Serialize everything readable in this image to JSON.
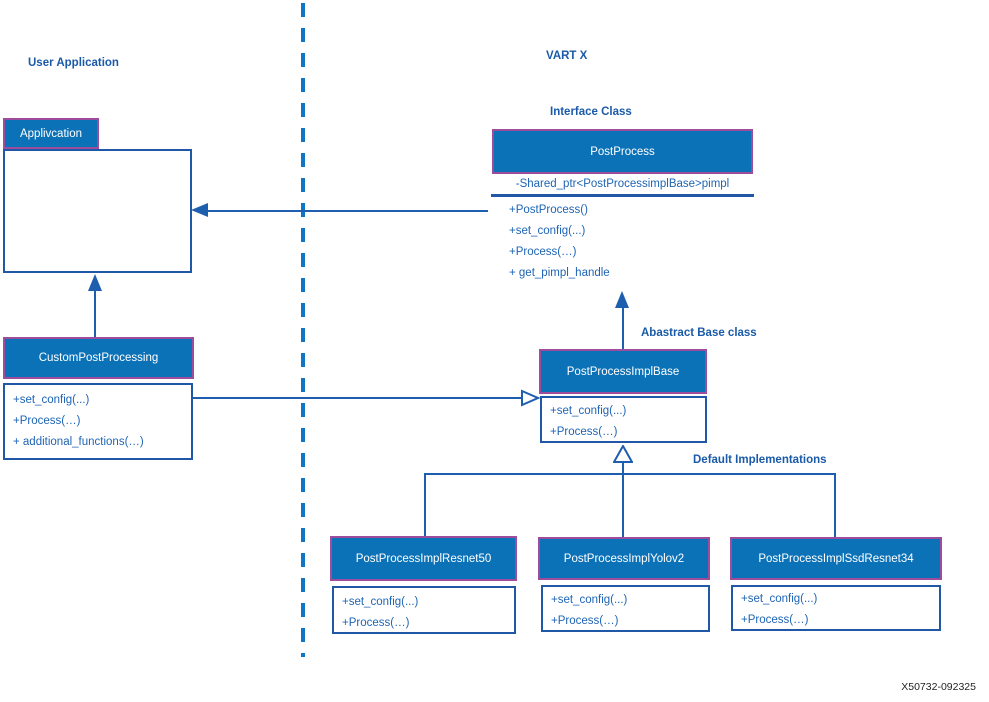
{
  "labels": {
    "user_application": "User Application",
    "vart_x": "VART X",
    "interface_class": "Interface Class",
    "abstract_base_class": "Abastract Base class",
    "default_implementations": "Default Implementations",
    "figure_id": "X50732-092325"
  },
  "application_box": {
    "title": "Applivcation"
  },
  "classes": {
    "custom": {
      "name": "CustomPostProcessing",
      "methods": [
        "+set_config(...)",
        "+Process(…)",
        "+ additional_functions(…)"
      ]
    },
    "interface": {
      "name": "PostProcess",
      "attribute": "-Shared_ptr<PostProcessimplBase>pimpl",
      "methods": [
        "+PostProcess()",
        "+set_config(...)",
        "+Process(…)",
        "+ get_pimpl_handle"
      ]
    },
    "base": {
      "name": "PostProcessImplBase",
      "methods": [
        "+set_config(...)",
        "+Process(…)"
      ]
    },
    "impl_resnet50": {
      "name": "PostProcessImplResnet50",
      "methods": [
        "+set_config(...)",
        "+Process(…)"
      ]
    },
    "impl_yolov2": {
      "name": "PostProcessImplYolov2",
      "methods": [
        "+set_config(...)",
        "+Process(…)"
      ]
    },
    "impl_ssd_resnet34": {
      "name": "PostProcessImplSsdResnet34",
      "methods": [
        "+set_config(...)",
        "+Process(…)"
      ]
    }
  },
  "colors": {
    "header_fill": "#0c72b8",
    "header_border": "#9e4d9d",
    "box_border": "#2057a7",
    "line": "#1e5eae",
    "method_text": "#1e64b4",
    "label_text": "#1a5aa9",
    "divider": "#0e76c4",
    "figure_id_text": "#231f20"
  }
}
